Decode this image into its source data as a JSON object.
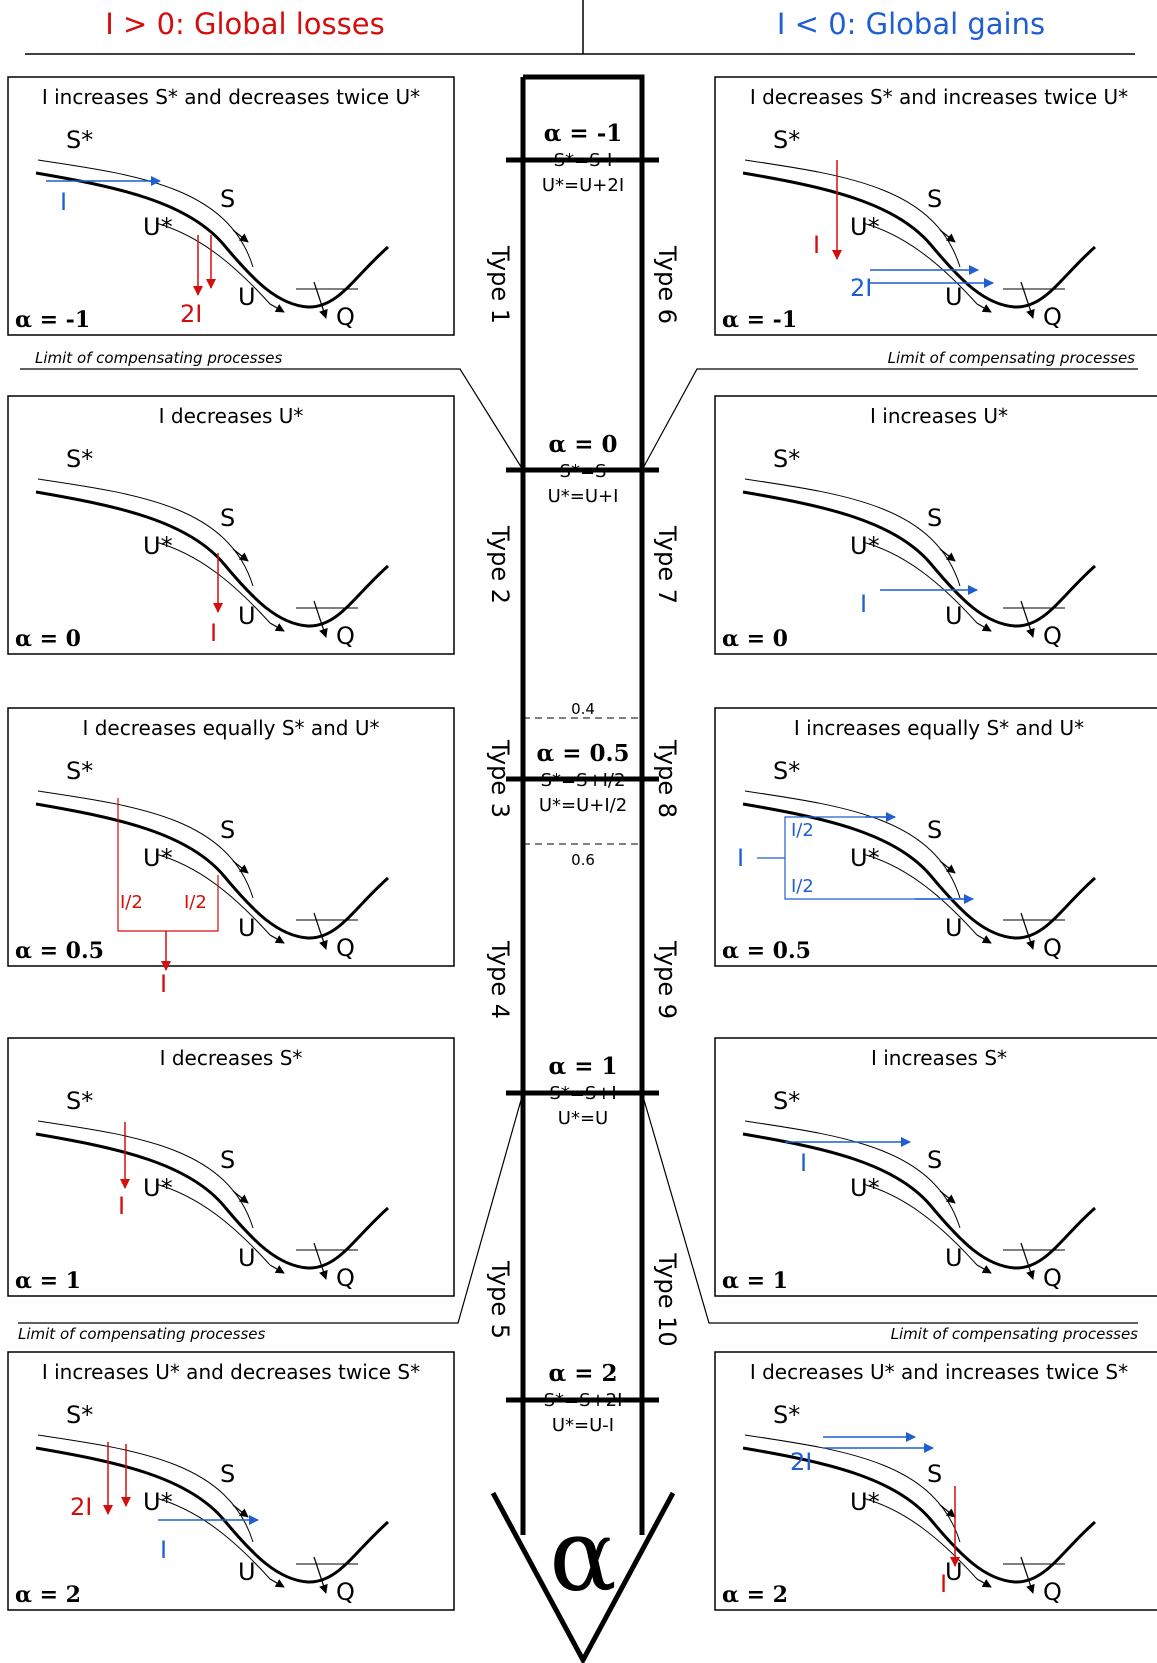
{
  "colors": {
    "loss": "#d40d0d",
    "gain": "#1f5fd0",
    "ink": "#000000"
  },
  "header": {
    "left_title": "I > 0: Global losses",
    "right_title": "I < 0: Global gains"
  },
  "axis": {
    "symbol": "α",
    "types": [
      "Type 1",
      "Type 2",
      "Type 3",
      "Type 4",
      "Type 5",
      "Type 6",
      "Type 7",
      "Type 8",
      "Type 9",
      "Type 10"
    ],
    "levels": [
      {
        "alpha": "α = -1",
        "s": "S*=S-I",
        "u": "U*=U+2I"
      },
      {
        "alpha": "α = 0",
        "s": "S*=S",
        "u": "U*=U+I"
      },
      {
        "alpha": "α = 0.5",
        "s": "S*=S+I/2",
        "u": "U*=U+I/2"
      },
      {
        "alpha": "α = 1",
        "s": "S*=S+I",
        "u": "U*=U"
      },
      {
        "alpha": "α = 2",
        "s": "S*=S+2I",
        "u": "U*=U-I"
      }
    ],
    "dash_upper": "0.4",
    "dash_lower": "0.6"
  },
  "limit_label": "Limit of compensating processes",
  "labels": {
    "s_star": "S*",
    "s": "S",
    "u_star": "U*",
    "u": "U",
    "q": "Q",
    "i": "I",
    "two_i": "2I",
    "half_i": "I/2"
  },
  "left_panels": [
    {
      "title": "I increases S* and decreases twice U*",
      "alpha": "α = -1"
    },
    {
      "title": "I decreases U*",
      "alpha": "α = 0"
    },
    {
      "title": "I decreases equally S* and U*",
      "alpha": "α = 0.5"
    },
    {
      "title": "I decreases S*",
      "alpha": "α = 1"
    },
    {
      "title": "I increases U* and decreases twice S*",
      "alpha": "α = 2"
    }
  ],
  "right_panels": [
    {
      "title": "I decreases S* and increases twice U*",
      "alpha": "α = -1"
    },
    {
      "title": "I increases U*",
      "alpha": "α = 0"
    },
    {
      "title": "I increases equally S* and U*",
      "alpha": "α = 0.5"
    },
    {
      "title": "I increases S*",
      "alpha": "α = 1"
    },
    {
      "title": "I decreases U* and increases twice S*",
      "alpha": "α = 2"
    }
  ]
}
